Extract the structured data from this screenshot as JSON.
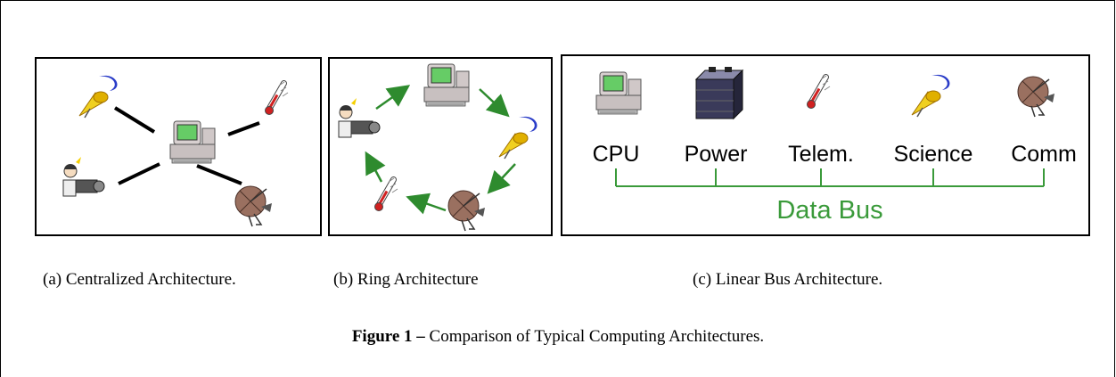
{
  "panels": {
    "centralized": {
      "caption": "(a) Centralized Architecture.",
      "icons": [
        "telescope-icon",
        "computer-icon",
        "thermometer-icon",
        "camera-icon",
        "antenna-dish-icon"
      ]
    },
    "ring": {
      "caption": "(b) Ring Architecture",
      "icons": [
        "computer-icon",
        "camera-icon",
        "telescope-icon",
        "thermometer-icon",
        "antenna-dish-icon"
      ]
    },
    "bus": {
      "caption": "(c) Linear Bus Architecture.",
      "bus_label": "Data Bus",
      "nodes": [
        {
          "label": "CPU",
          "icon": "computer-icon"
        },
        {
          "label": "Power",
          "icon": "battery-icon"
        },
        {
          "label": "Telem.",
          "icon": "thermometer-icon"
        },
        {
          "label": "Science",
          "icon": "telescope-icon"
        },
        {
          "label": "Comm",
          "icon": "antenna-dish-icon"
        }
      ]
    }
  },
  "figure": {
    "label": "Figure 1 –",
    "caption": " Comparison of Typical Computing Architectures."
  },
  "colors": {
    "link_black": "#000000",
    "link_green": "#2e8b2e",
    "bus_green": "#3a9a3a"
  }
}
